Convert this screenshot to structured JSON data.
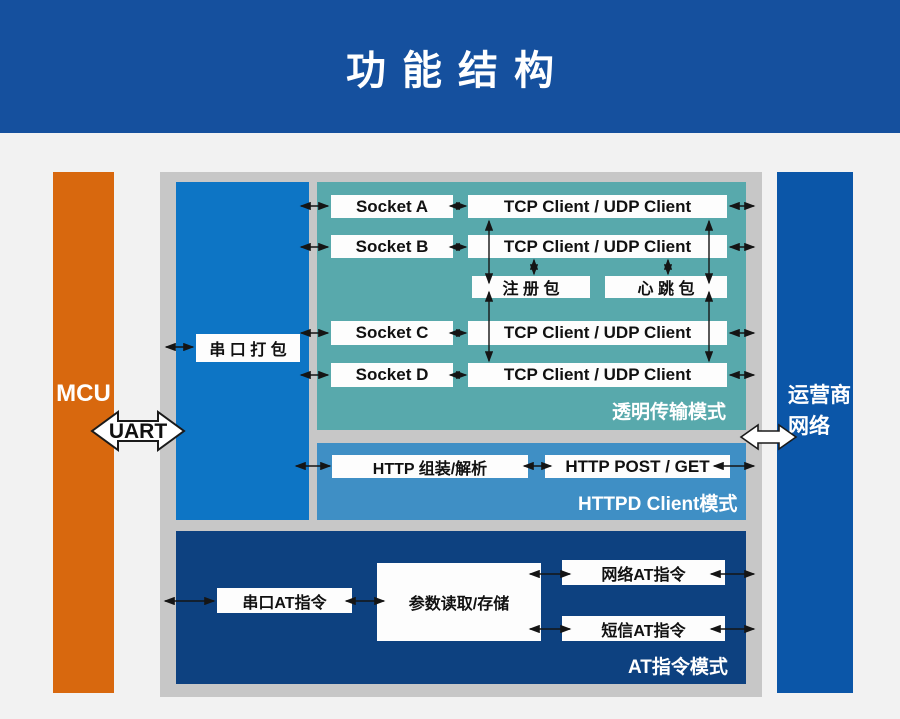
{
  "title": "功能结构",
  "mcu": {
    "label": "MCU"
  },
  "uart": {
    "label": "UART"
  },
  "carrier": {
    "text": "运营商\n网络"
  },
  "serial_pack": {
    "label": "串 口 打 包"
  },
  "transparent_mode": {
    "label": "透明传输模式",
    "sockets": [
      "Socket A",
      "Socket B",
      "Socket C",
      "Socket D"
    ],
    "tcp_label": "TCP Client / UDP Client",
    "register_pkt": "注 册 包",
    "heartbeat_pkt": "心 跳 包"
  },
  "httpd_mode": {
    "label": "HTTPD Client模式",
    "assemble": "HTTP 组装/解析",
    "post_get": "HTTP POST / GET"
  },
  "at_mode": {
    "label": "AT指令模式",
    "serial_at": "串口AT指令",
    "param": "参数读取/存储",
    "net_at": "网络AT指令",
    "sms_at": "短信AT指令"
  },
  "colors": {
    "banner": "#15509e",
    "mcu_orange": "#d8680e",
    "left_panel_blue": "#0d75c5",
    "teal_panel": "#58a9ac",
    "httpd_panel": "#3f8fc5",
    "at_panel": "#0d4180",
    "carrier_bar": "#0b56a8",
    "frame_gray": "#c7c7c7",
    "background": "#f2f2f2"
  }
}
